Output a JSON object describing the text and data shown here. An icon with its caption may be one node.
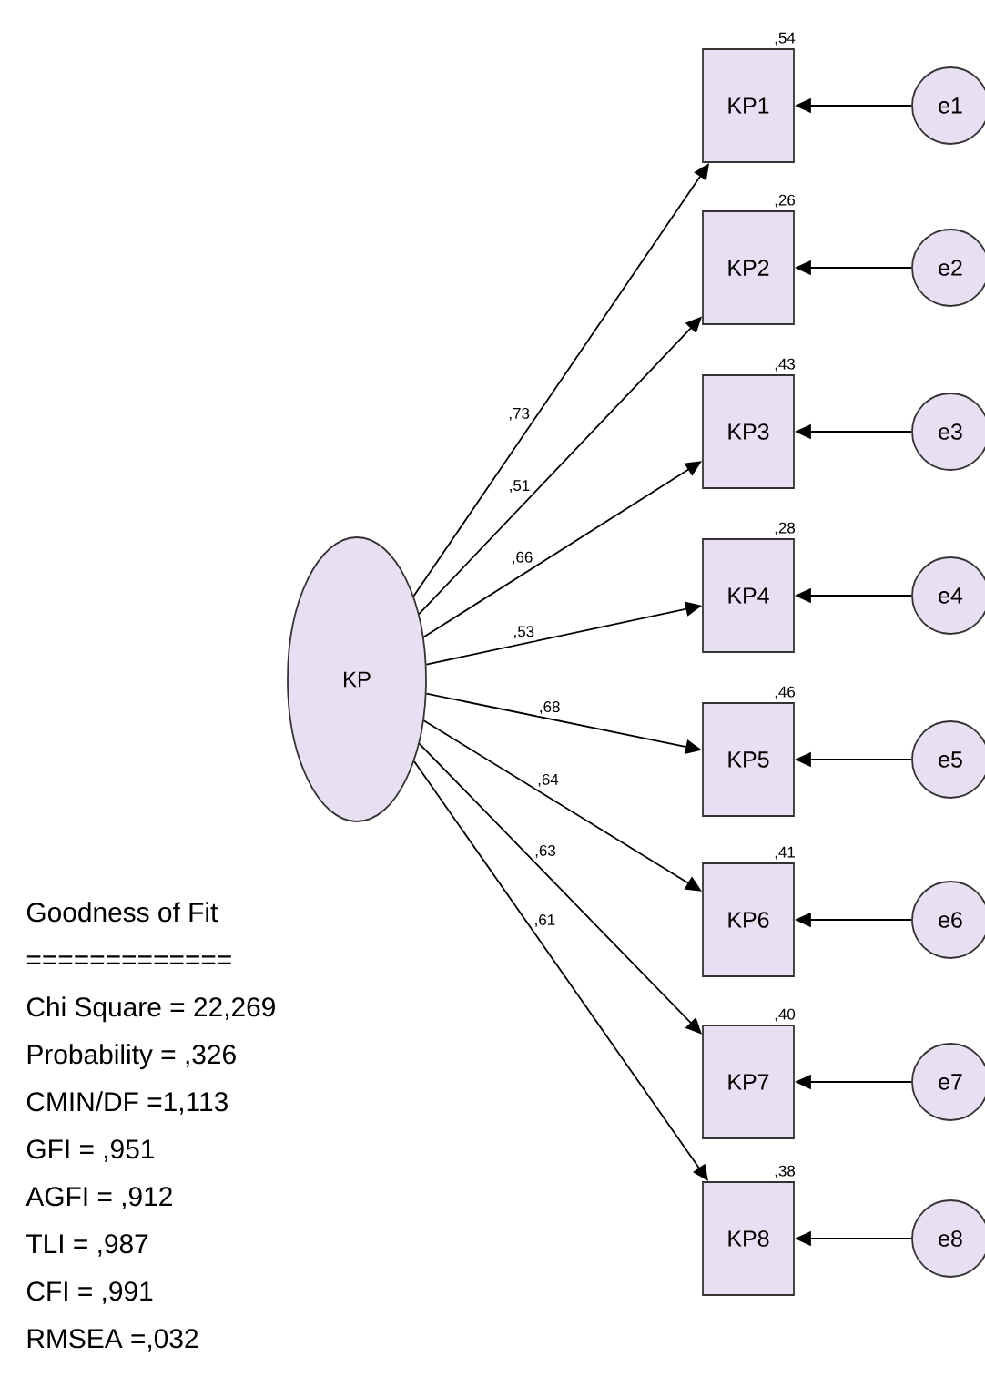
{
  "diagram": {
    "nodes": [
      {
        "text": [
          "KP"
        ]
      },
      {
        "text": [
          "KP1"
        ],
        "beside": [
          ",54"
        ]
      },
      {
        "text": [
          "KP2"
        ],
        "beside": [
          ",26"
        ]
      },
      {
        "text": [
          "KP3"
        ],
        "beside": [
          ",43"
        ]
      },
      {
        "text": [
          "KP4"
        ],
        "beside": [
          ",28"
        ]
      },
      {
        "text": [
          "KP5"
        ],
        "beside": [
          ",46"
        ]
      },
      {
        "text": [
          "KP6"
        ],
        "beside": [
          ",41"
        ]
      },
      {
        "text": [
          "KP7"
        ],
        "beside": [
          ",40"
        ]
      },
      {
        "text": [
          "KP8"
        ],
        "beside": [
          ",38"
        ]
      },
      {
        "text": [
          "e1"
        ]
      },
      {
        "text": [
          "e2"
        ]
      },
      {
        "text": [
          "e3"
        ]
      },
      {
        "text": [
          "e4"
        ]
      },
      {
        "text": [
          "e5"
        ]
      },
      {
        "text": [
          "e6"
        ]
      },
      {
        "text": [
          "e7"
        ]
      },
      {
        "text": [
          "e8"
        ]
      }
    ],
    "edges": [
      {
        "from": 0,
        "to": 1,
        "arrow": "to",
        "label": ",73"
      },
      {
        "from": 0,
        "to": 2,
        "arrow": "to",
        "label": ",51"
      },
      {
        "from": 0,
        "to": 3,
        "arrow": "to",
        "label": ",66"
      },
      {
        "from": 0,
        "to": 4,
        "arrow": "to",
        "label": ",53"
      },
      {
        "from": 0,
        "to": 5,
        "arrow": "to",
        "label": ",68"
      },
      {
        "from": 0,
        "to": 6,
        "arrow": "to",
        "label": ",64"
      },
      {
        "from": 0,
        "to": 7,
        "arrow": "to",
        "label": ",63"
      },
      {
        "from": 0,
        "to": 8,
        "arrow": "to",
        "label": ",61"
      },
      {
        "from": 9,
        "to": 1,
        "arrow": "to"
      },
      {
        "from": 10,
        "to": 2,
        "arrow": "to"
      },
      {
        "from": 11,
        "to": 3,
        "arrow": "to"
      },
      {
        "from": 12,
        "to": 4,
        "arrow": "to"
      },
      {
        "from": 13,
        "to": 5,
        "arrow": "to"
      },
      {
        "from": 14,
        "to": 6,
        "arrow": "to"
      },
      {
        "from": 15,
        "to": 7,
        "arrow": "to"
      },
      {
        "from": 16,
        "to": 8,
        "arrow": "to"
      }
    ],
    "labels": [
      "Goodness of Fit",
      "=============",
      "Chi Square = 22,269",
      "Probability = ,326",
      "CMIN/DF =1,113",
      "GFI = ,951",
      "AGFI = ,912",
      "TLI = ,987",
      "CFI = ,991",
      "RMSEA =,032"
    ]
  }
}
